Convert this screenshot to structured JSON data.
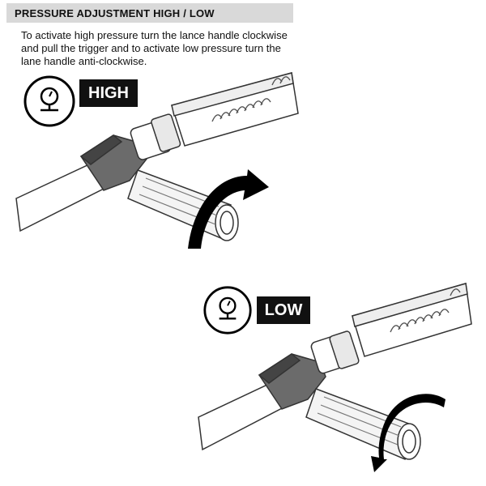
{
  "header": {
    "title": "PRESSURE ADJUSTMENT HIGH / LOW"
  },
  "instructions": {
    "text": "To activate high pressure turn the lance handle clockwise and pull the trigger and to activate low pressure turn the lane handle anti-clockwise."
  },
  "high": {
    "label": "HIGH",
    "icon": "pressure-gauge-icon",
    "rotation": "clockwise"
  },
  "low": {
    "label": "LOW",
    "icon": "pressure-gauge-icon",
    "rotation": "anti-clockwise"
  },
  "colors": {
    "header_bg": "#d9d9d9",
    "badge_bg": "#111111",
    "badge_text": "#ffffff"
  }
}
